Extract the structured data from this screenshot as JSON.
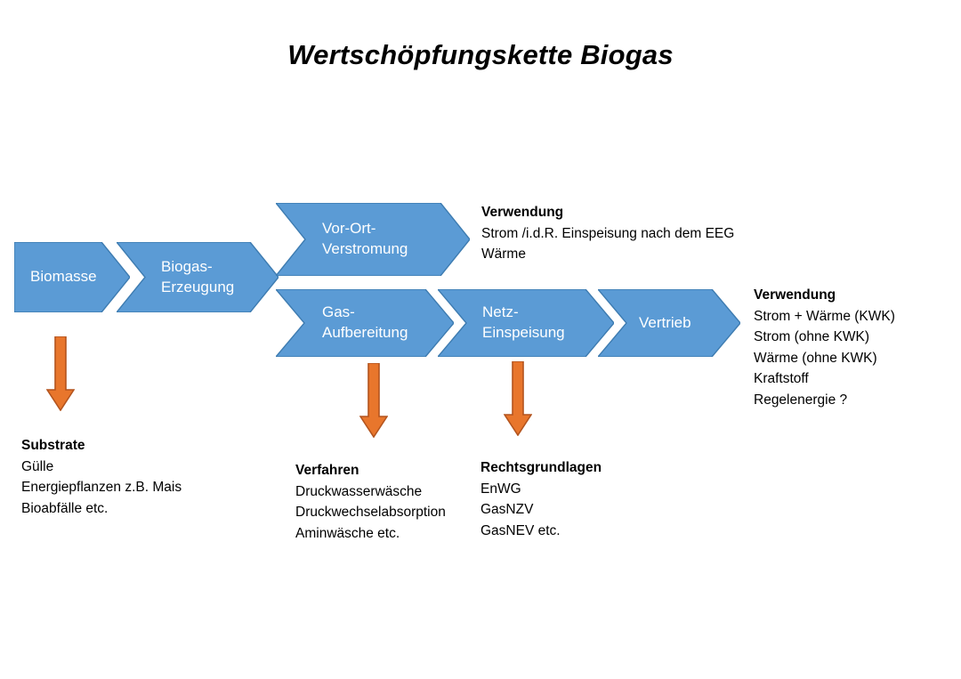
{
  "title": "Wertschöpfungskette Biogas",
  "colors": {
    "chevron_fill": "#5B9BD5",
    "chevron_stroke": "#3E7CB1",
    "arrow_fill": "#E8762C",
    "arrow_stroke": "#B3541E",
    "chevron_label": "#FFFFFF",
    "text": "#000000",
    "background": "#FFFFFF"
  },
  "chevrons": {
    "biomasse": {
      "label": "Biomasse"
    },
    "biogas_erzeugung": {
      "label": "Biogas-\nErzeugung"
    },
    "vor_ort_verstromung": {
      "label": "Vor-Ort-\nVerstromung"
    },
    "gas_aufbereitung": {
      "label": "Gas-\nAufbereitung"
    },
    "netz_einspeisung": {
      "label": "Netz-\nEinspeisung"
    },
    "vertrieb": {
      "label": "Vertrieb"
    }
  },
  "arrows": {
    "to_substrate": {
      "name": "down-arrow-icon"
    },
    "to_verfahren": {
      "name": "down-arrow-icon"
    },
    "to_rechtsgrundlagen": {
      "name": "down-arrow-icon"
    }
  },
  "notes": {
    "verwendung_top": {
      "heading": "Verwendung",
      "lines": [
        "Strom /i.d.R. Einspeisung nach dem EEG",
        "Wärme"
      ]
    },
    "verwendung_right": {
      "heading": "Verwendung",
      "lines": [
        "Strom + Wärme  (KWK)",
        "Strom (ohne KWK)",
        "Wärme (ohne KWK)",
        "Kraftstoff",
        "Regelenergie ?"
      ]
    },
    "substrate": {
      "heading": "Substrate",
      "lines": [
        "Gülle",
        "Energiepflanzen z.B. Mais",
        "Bioabfälle etc."
      ]
    },
    "verfahren": {
      "heading": "Verfahren",
      "lines": [
        "Druckwasserwäsche",
        "Druckwechselabsorption",
        "Aminwäsche etc."
      ]
    },
    "rechtsgrundlagen": {
      "heading": "Rechtsgrundlagen",
      "lines": [
        "EnWG",
        "GasNZV",
        "GasNEV etc."
      ]
    }
  }
}
